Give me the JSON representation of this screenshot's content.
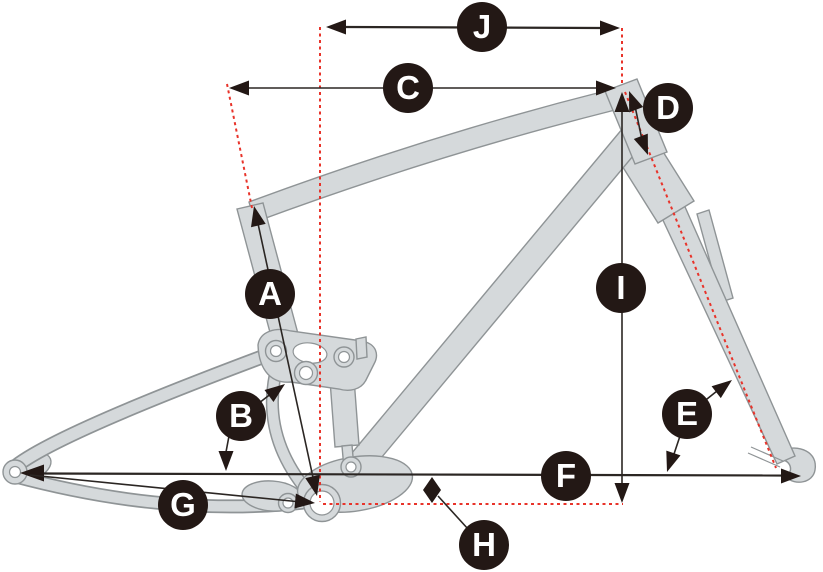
{
  "diagram": {
    "markers": [
      {
        "id": "A",
        "letter": "A"
      },
      {
        "id": "B",
        "letter": "B"
      },
      {
        "id": "C",
        "letter": "C"
      },
      {
        "id": "D",
        "letter": "D"
      },
      {
        "id": "E",
        "letter": "E"
      },
      {
        "id": "F",
        "letter": "F"
      },
      {
        "id": "G",
        "letter": "G"
      },
      {
        "id": "H",
        "letter": "H"
      },
      {
        "id": "I",
        "letter": "I"
      },
      {
        "id": "J",
        "letter": "J"
      }
    ],
    "colors": {
      "background": "#ffffff",
      "badge_fill": "#231815",
      "badge_text": "#ffffff",
      "measure_line": "#2b2623",
      "arrow_fill": "#231815",
      "guide_red": "#e8332a",
      "frame_fill": "#d5d9db",
      "frame_outline": "#8f9496"
    }
  }
}
